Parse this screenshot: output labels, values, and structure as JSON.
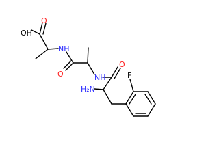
{
  "atom_labels": {
    "oh": "OH",
    "o_acid": "O",
    "nh_1": "NH",
    "o_amide_1": "O",
    "nh_2": "NH",
    "o_amide_2": "O",
    "f": "F",
    "h2n": "H₂N"
  },
  "colors": {
    "bond": "#000000",
    "nitrogen": "#2a2aff",
    "oxygen": "#ff2020",
    "fluorine": "#000000"
  }
}
